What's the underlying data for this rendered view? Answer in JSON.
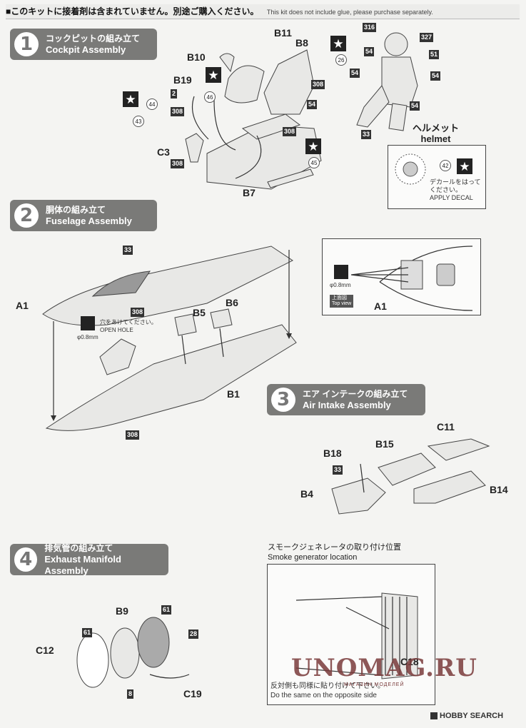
{
  "header": {
    "glue_note_jp": "■このキットに接着剤は含まれていません。別途ご購入ください。",
    "glue_note_en": "This kit does not include glue, please purchase separately."
  },
  "steps": [
    {
      "num": "1",
      "jp": "コックピットの組み立て",
      "en": "Cockpit Assembly"
    },
    {
      "num": "2",
      "jp": "胴体の組み立て",
      "en": "Fuselage Assembly"
    },
    {
      "num": "3",
      "jp": "エア インテークの組み立て",
      "en": "Air Intake Assembly"
    },
    {
      "num": "4",
      "jp": "排気管の組み立て",
      "en": "Exhaust Manifold Assembly"
    }
  ],
  "cockpit": {
    "parts": [
      "B11",
      "B10",
      "B8",
      "B19",
      "C3",
      "B7"
    ],
    "paint_codes": [
      "308",
      "308",
      "308",
      "308",
      "54",
      "308"
    ],
    "decals": [
      "44",
      "43",
      "46",
      "45"
    ],
    "box2": "2",
    "pilot_codes": [
      "316",
      "327",
      "54",
      "51",
      "54",
      "54",
      "54",
      "33"
    ],
    "pilot_decals": [
      "26"
    ],
    "helmet_jp": "ヘルメット",
    "helmet_en": "helmet",
    "helmet_decal": "42",
    "helmet_note_jp1": "デカールをはって",
    "helmet_note_jp2": "ください。",
    "helmet_note_en": "APPLY DECAL"
  },
  "fuselage": {
    "parts": [
      "A1",
      "B5",
      "B6",
      "B1"
    ],
    "codes": [
      "33",
      "308",
      "308"
    ],
    "hole_jp": "穴をあけてください。",
    "hole_en": "OPEN HOLE",
    "hole_size": "φ0.8mm",
    "detail_size": "φ0.8mm",
    "detail_view_jp": "上面図",
    "detail_view_en": "Top view",
    "detail_part": "A1"
  },
  "intake": {
    "parts": [
      "C11",
      "B18",
      "B15",
      "B4",
      "B14"
    ],
    "codes": [
      "33"
    ]
  },
  "exhaust": {
    "parts": [
      "B9",
      "C12",
      "C19"
    ],
    "codes": [
      "61",
      "61",
      "28",
      "8"
    ]
  },
  "smoke": {
    "title_jp": "スモークジェネレータの取り付け位置",
    "title_en": "Smoke generator location",
    "part": "C18",
    "note_jp": "反対側も同様に貼り付けて下さい。",
    "note_en": "Do the same on the opposite side"
  },
  "watermark": {
    "text": "UNOMAG.RU",
    "sub": "МАГАЗИН МОДЕЛЕЙ"
  },
  "brand": "HOBBY SEARCH"
}
